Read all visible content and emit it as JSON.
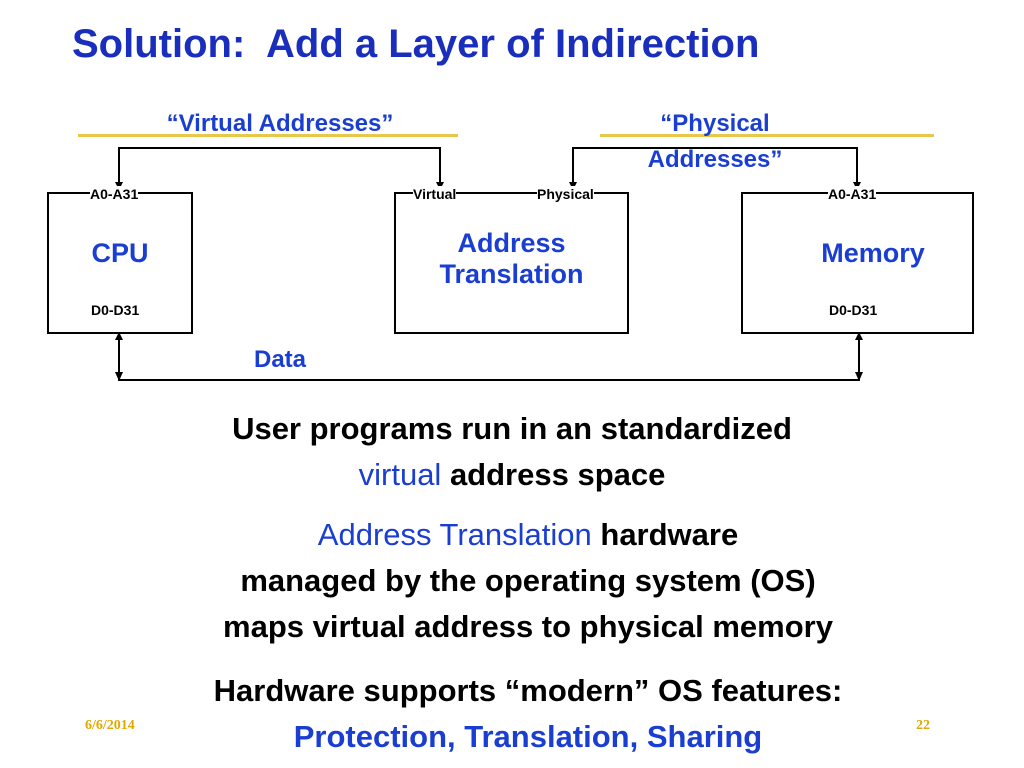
{
  "slide": {
    "title": "Solution:  Add a Layer of Indirection",
    "date": "6/6/2014",
    "page_number": "22"
  },
  "diagram": {
    "virtual_label": "“Virtual Addresses”",
    "physical_label_line1": "“Physical",
    "physical_label_line2": "Addresses”",
    "data_label": "Data",
    "cpu": {
      "name": "CPU",
      "addr_pins": "A0-A31",
      "data_pins": "D0-D31"
    },
    "translation": {
      "name_line1": "Address",
      "name_line2": "Translation",
      "left_pin": "Virtual",
      "right_pin": "Physical"
    },
    "memory": {
      "name": "Memory",
      "addr_pins": "A0-A31",
      "data_pins": "D0-D31"
    }
  },
  "text": {
    "para1_line1": "User programs run in an standardized",
    "para1_highlight": "virtual",
    "para1_rest": " address space",
    "para2_highlight": "Address Translation",
    "para2_rest": " hardware",
    "para2_line2": "managed by the operating system (OS)",
    "para2_line3": "maps virtual address to physical memory",
    "para3_line1": "Hardware supports “modern” OS features:",
    "para3_line2": "Protection, Translation, Sharing"
  },
  "colors": {
    "title": "#1a2ebd",
    "accent_blue": "#1a3ed1",
    "gold_rule": "#e8c84a",
    "footer_gold": "#e0a800"
  }
}
